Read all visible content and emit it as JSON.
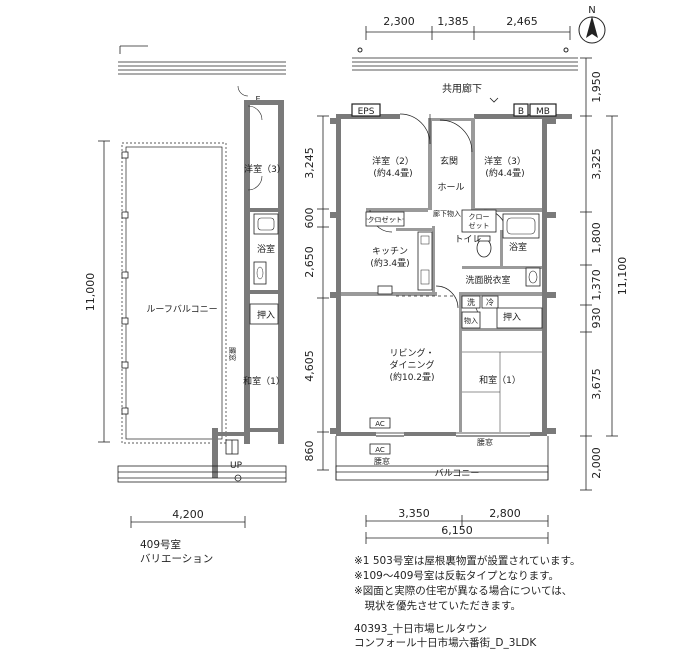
{
  "compass": {
    "label": "N"
  },
  "dims": {
    "top": [
      "2,300",
      "1,385",
      "2,465"
    ],
    "right": [
      "1,950",
      "3,325",
      "1,800",
      "1,370",
      "930",
      "3,675",
      "2,000"
    ],
    "right_total": "11,100",
    "left": [
      "3,245",
      "600",
      "2,650",
      "4,605",
      "860"
    ],
    "bottom": [
      "3,350",
      "2,800"
    ],
    "bottom_total": "6,150",
    "variant_height": "11,000",
    "variant_width": "4,200"
  },
  "rooms": {
    "common_corridor": "共用廊下",
    "eps": "EPS",
    "mb": "MB",
    "b": "B",
    "genkan": "玄関",
    "hall": "ホール",
    "western2": "洋室（2）",
    "western2_size": "(約4.4畳)",
    "western3": "洋室（3）",
    "western3_size": "(約4.4畳)",
    "closet": "クロゼット",
    "closet2": "クロー\nゼット",
    "rouka": "廊下",
    "mono": "物入",
    "kitchen": "キッチン",
    "kitchen_size": "(約3.4畳)",
    "toilet": "トイレ",
    "bath": "浴室",
    "washroom": "洗面脱衣室",
    "wash": "洗",
    "refrig": "冷",
    "mono2": "物入",
    "oshiire": "押入",
    "living": "リビング・",
    "living2": "ダイニング",
    "living_size": "(約10.2畳)",
    "washitsu": "和室（1）",
    "ac": "AC",
    "ac2": "AC",
    "yukamado": "腰窓",
    "yukamado2": "腰窓",
    "balcony": "バルコニー",
    "e": "E"
  },
  "variant_rooms": {
    "western3": "洋室（3）",
    "bath": "浴室",
    "roof_balcony": "ルーフバルコニー",
    "oshiire": "押入",
    "koshimado": "腰窓",
    "washitsu": "和室（1）",
    "up": "UP"
  },
  "caption": {
    "room": "409号室",
    "variation": "バリエーション"
  },
  "notes": [
    "※1  503号室は屋根裏物置が設置されています。",
    "※109～409号室は反転タイプとなります。",
    "※図面と実際の住宅が異なる場合については、",
    "　現状を優先させていただきます。"
  ],
  "property": {
    "code_name": "40393_十日市場ヒルタウン",
    "building": "コンフォール十日市場六番街_D_3LDK"
  }
}
